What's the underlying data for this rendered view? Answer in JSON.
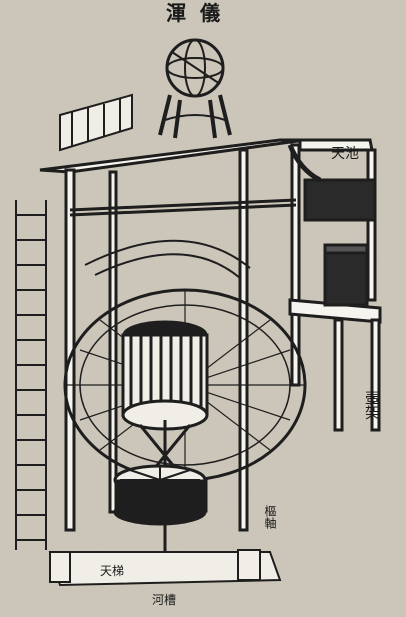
{
  "title": "渾儀",
  "labels": {
    "tianchi": "天池",
    "hujia": "壺架",
    "shuzhen": "樞軸",
    "tianti": "天梯",
    "hecao": "河槽"
  },
  "colors": {
    "paper": "#d7d2c6",
    "ink": "#1e1e1e",
    "frame": "#f6f4ee"
  }
}
